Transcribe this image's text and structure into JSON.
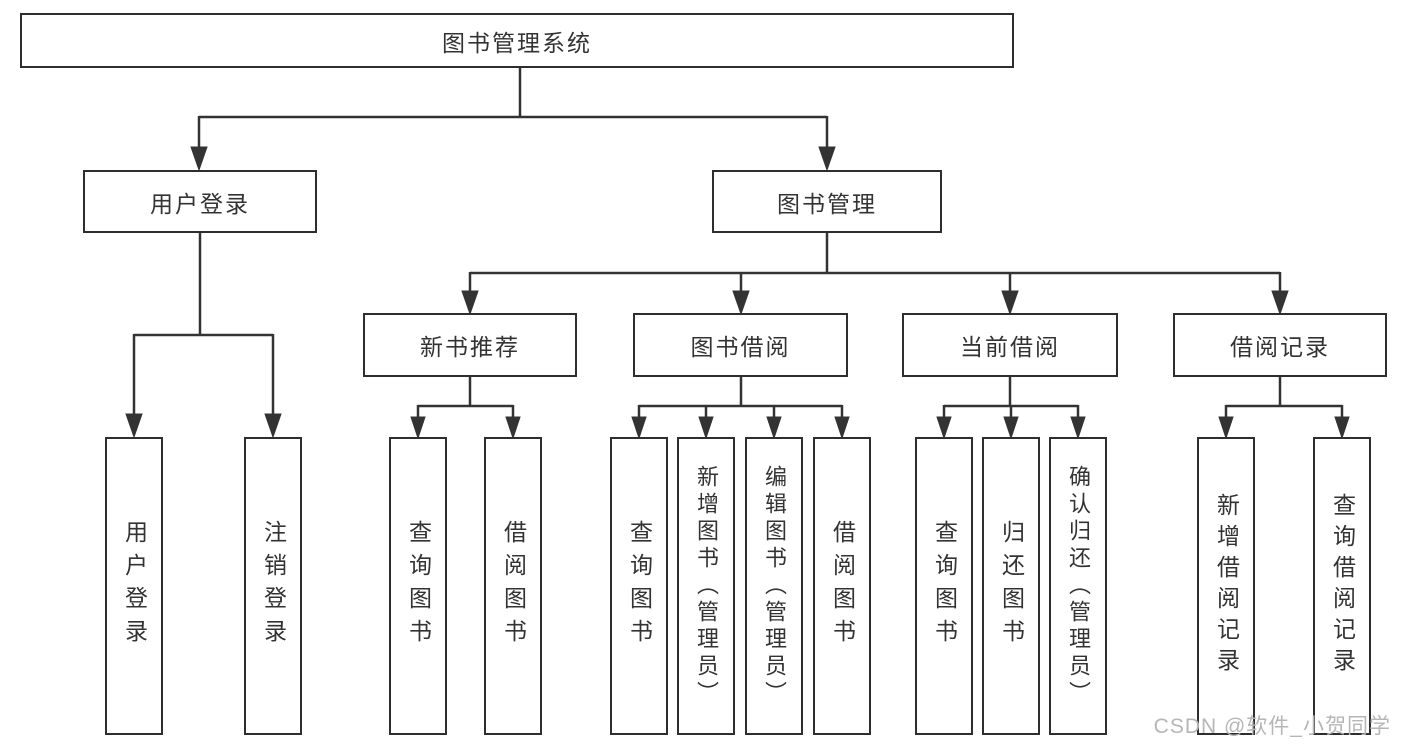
{
  "root": {
    "label": "图书管理系统"
  },
  "branches": [
    {
      "label": "用户登录",
      "leaves": [
        {
          "label": "用户登录"
        },
        {
          "label": "注销登录"
        }
      ]
    },
    {
      "label": "图书管理",
      "groups": [
        {
          "label": "新书推荐",
          "leaves": [
            {
              "label": "查询图书"
            },
            {
              "label": "借阅图书"
            }
          ]
        },
        {
          "label": "图书借阅",
          "leaves": [
            {
              "label": "查询图书"
            },
            {
              "label": "新增图书（管理员）"
            },
            {
              "label": "编辑图书（管理员）"
            },
            {
              "label": "借阅图书"
            }
          ]
        },
        {
          "label": "当前借阅",
          "leaves": [
            {
              "label": "查询图书"
            },
            {
              "label": "归还图书"
            },
            {
              "label": "确认归还（管理员）"
            }
          ]
        },
        {
          "label": "借阅记录",
          "leaves": [
            {
              "label": "新增借阅记录"
            },
            {
              "label": "查询借阅记录"
            }
          ]
        }
      ]
    }
  ],
  "watermark": {
    "text": "CSDN @软件_小贺同学"
  },
  "colors": {
    "line": "#333333",
    "border": "#2e2e2e",
    "text": "#333333",
    "watermark": "#b6b6b6",
    "background": "#ffffff"
  }
}
